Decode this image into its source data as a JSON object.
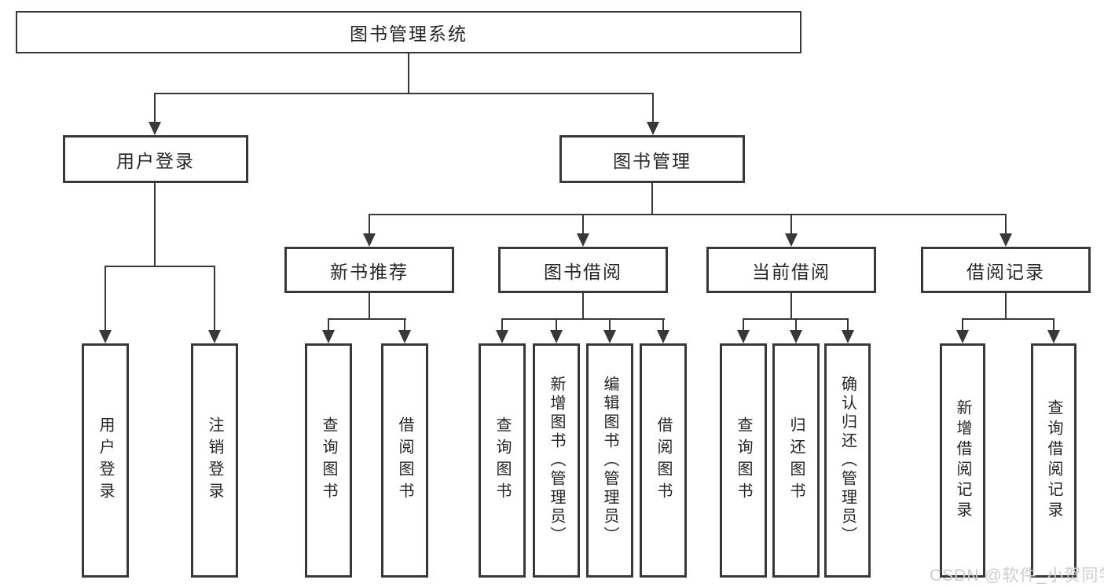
{
  "diagram": {
    "title": "图书管理系统",
    "level2": {
      "user_login": "用户登录",
      "book_mgmt": "图书管理"
    },
    "level3": {
      "new_books": "新书推荐",
      "book_borrow": "图书借阅",
      "current_borrow": "当前借阅",
      "borrow_records": "借阅记录"
    },
    "leaves": {
      "user_login": "用户登录",
      "logout": "注销登录",
      "nb_query": "查询图书",
      "nb_borrow": "借阅图书",
      "bb_query": "查询图书",
      "bb_add": "新增图书（管理员）",
      "bb_edit": "编辑图书（管理员）",
      "bb_borrow": "借阅图书",
      "cb_query": "查询图书",
      "cb_return": "归还图书",
      "cb_confirm": "确认归还（管理员）",
      "br_add": "新增借阅记录",
      "br_query": "查询借阅记录"
    }
  },
  "watermark": "CSDN @软件_小贺同学",
  "colors": {
    "line": "#383838",
    "text": "#262626",
    "watermark": "#cdcdcd",
    "background": "#ffffff"
  }
}
